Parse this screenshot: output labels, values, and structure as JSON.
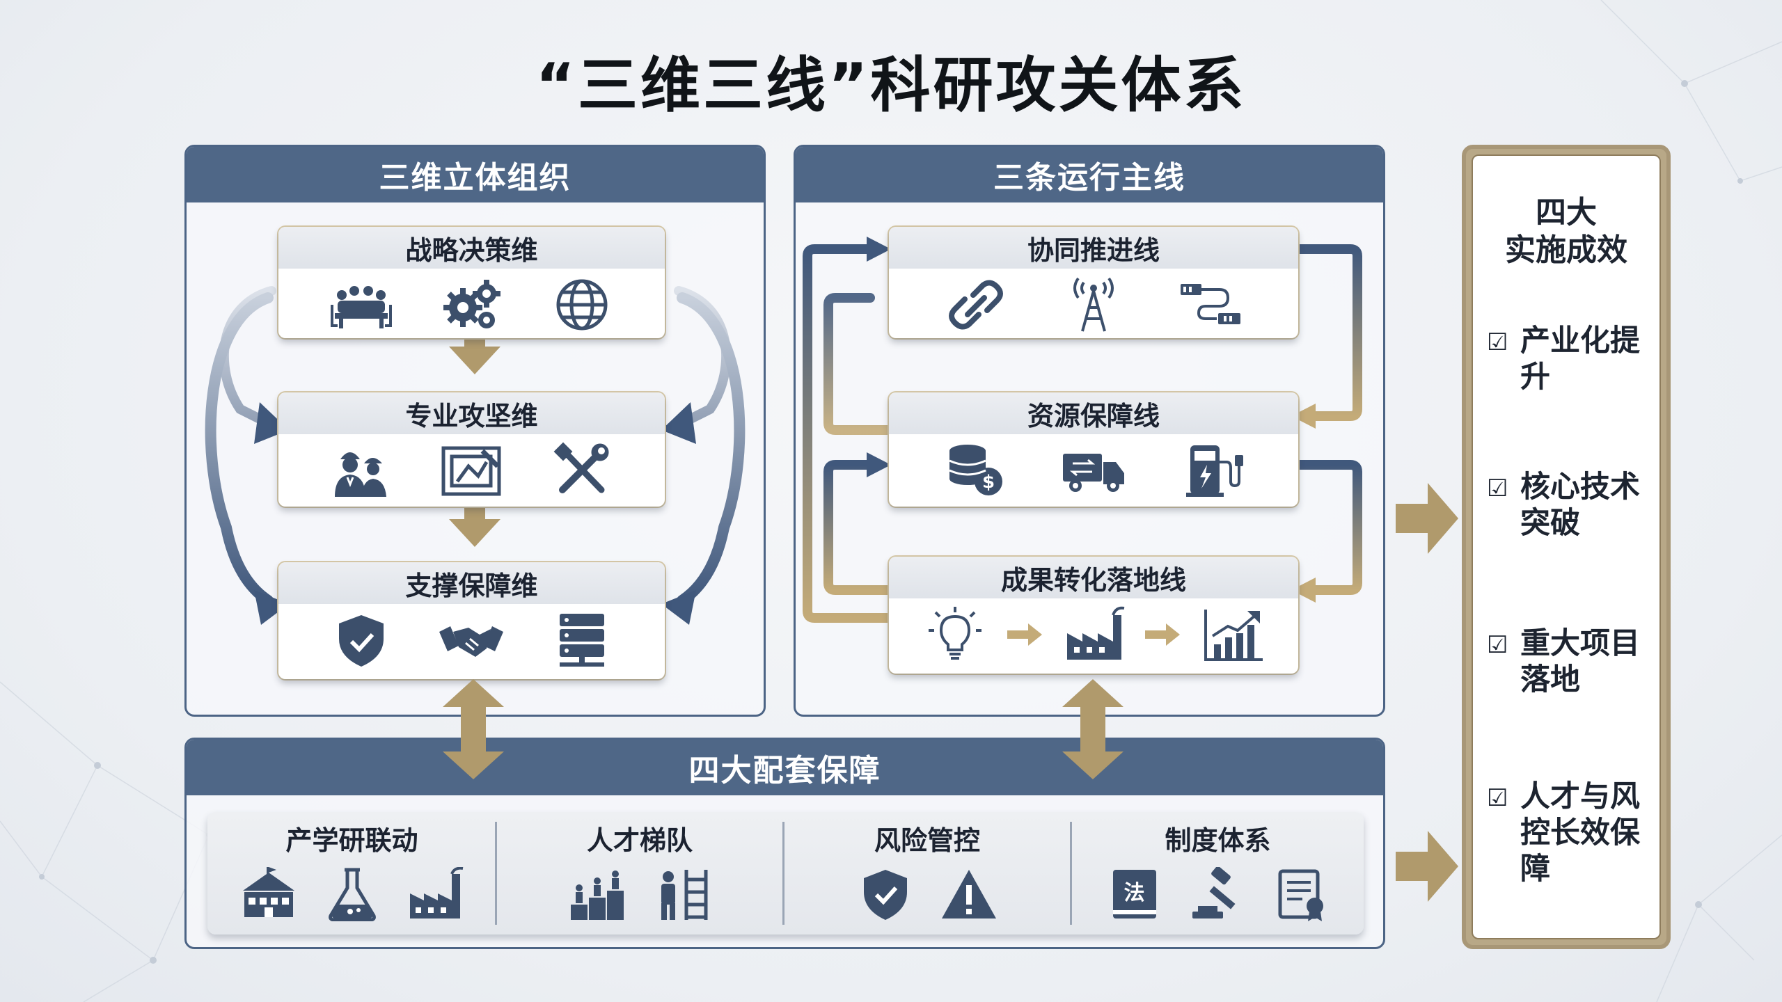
{
  "title": "“三维三线”科研攻关体系",
  "left_panel": {
    "header": "三维立体组织",
    "cards": [
      {
        "label": "战略决策维",
        "icons": [
          "meeting-table-icon",
          "gears-icon",
          "globe-icon"
        ]
      },
      {
        "label": "专业攻坚维",
        "icons": [
          "engineers-icon",
          "blueprint-icon",
          "tools-icon"
        ]
      },
      {
        "label": "支撑保障维",
        "icons": [
          "shield-check-icon",
          "handshake-icon",
          "server-icon"
        ]
      }
    ]
  },
  "middle_panel": {
    "header": "三条运行主线",
    "cards": [
      {
        "label": "协同推进线",
        "icons": [
          "chain-link-icon",
          "signal-tower-icon",
          "workflow-icon"
        ]
      },
      {
        "label": "资源保障线",
        "icons": [
          "coins-dollar-icon",
          "delivery-truck-icon",
          "charging-station-icon"
        ]
      },
      {
        "label": "成果转化落地线",
        "icons": [
          "lightbulb-icon",
          "factory-icon",
          "bar-chart-growth-icon"
        ]
      }
    ]
  },
  "bottom_panel": {
    "header": "四大配套保障",
    "sections": [
      {
        "label": "产学研联动",
        "icons": [
          "school-icon",
          "flask-icon",
          "factory-icon"
        ]
      },
      {
        "label": "人才梯队",
        "icons": [
          "podium-people-icon",
          "ladder-person-icon"
        ]
      },
      {
        "label": "风险管控",
        "icons": [
          "shield-check-icon",
          "warning-icon"
        ]
      },
      {
        "label": "制度体系",
        "icons": [
          "law-book-icon",
          "gavel-icon",
          "certificate-icon"
        ]
      }
    ],
    "law_book_glyph": "法"
  },
  "results_panel": {
    "title_line1": "四大",
    "title_line2": "实施成效",
    "items": [
      {
        "checkbox": "☑",
        "text": "产业化提升"
      },
      {
        "checkbox": "☑",
        "text": "核心技术突破"
      },
      {
        "checkbox": "☑",
        "text": "重大项目落地"
      },
      {
        "checkbox": "☑",
        "text": "人才与风控长效保障"
      }
    ]
  },
  "colors": {
    "navy": "#4f6787",
    "gold": "#b09a6c",
    "dark_icon": "#3c4f6b"
  }
}
